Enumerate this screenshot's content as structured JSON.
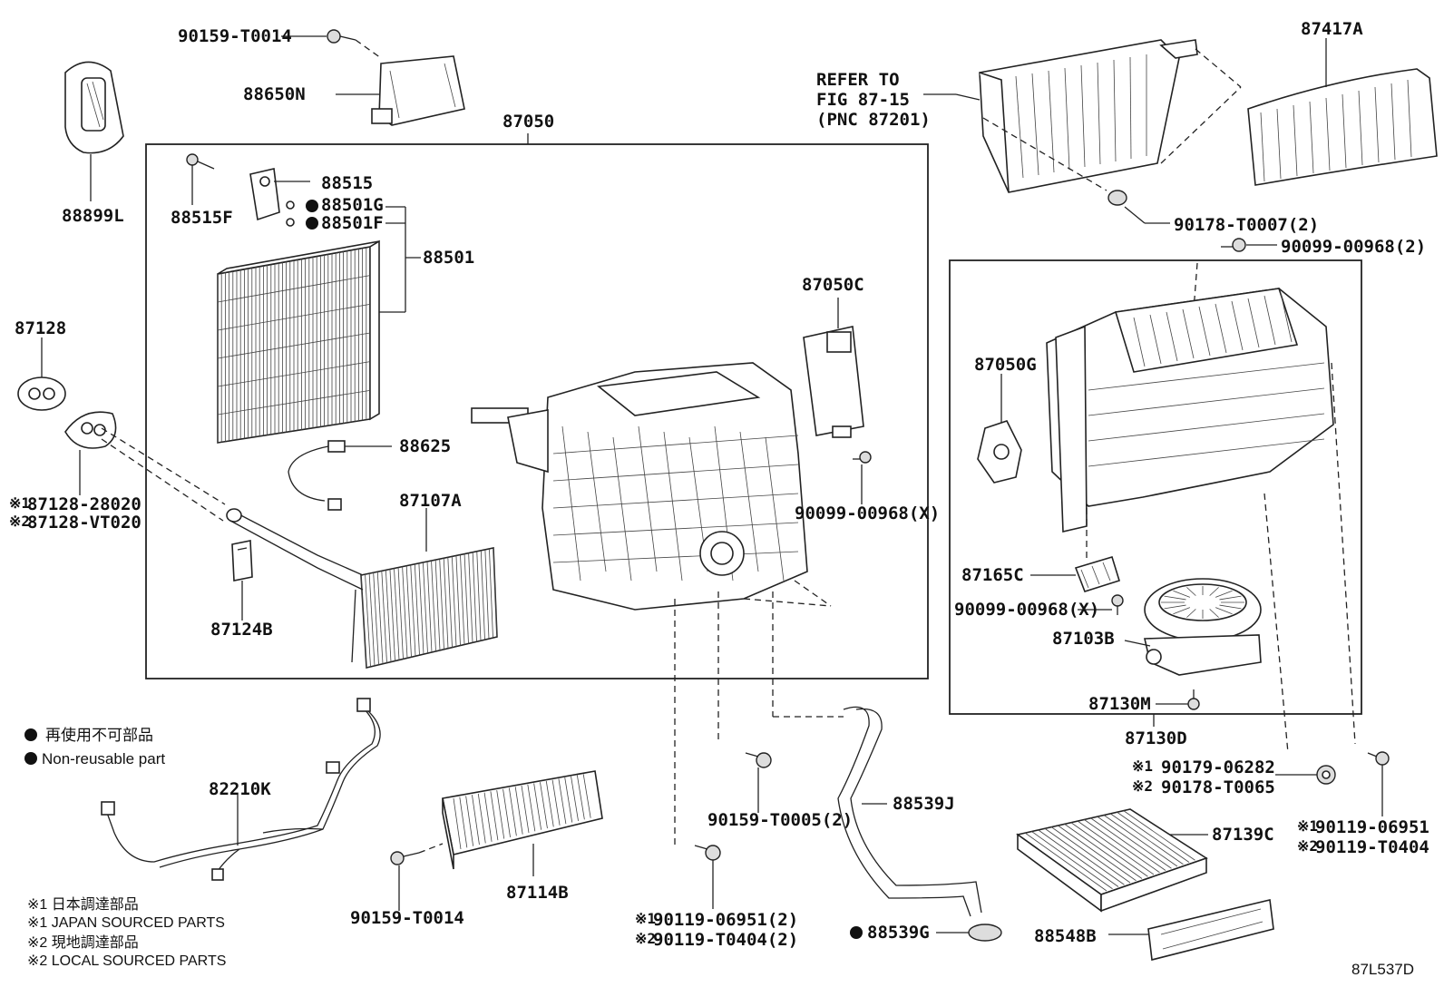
{
  "labels": {
    "p88650N": "88650N",
    "p90159_T0014_top": "90159-T0014",
    "p88899L": "88899L",
    "p87050": "87050",
    "p88515": "88515",
    "p88515F": "88515F",
    "p88501G": "88501G",
    "p88501F": "88501F",
    "p88501": "88501",
    "p87050C": "87050C",
    "p87128": "87128",
    "p88625": "88625",
    "p87107A": "87107A",
    "p87128_28020": "87128-28020",
    "p87128_VT020": "87128-VT020",
    "p87124B": "87124B",
    "p90099_00968X_a": "90099-00968(X)",
    "refer_1": "REFER TO",
    "refer_2": "FIG 87-15",
    "refer_3": "(PNC 87201)",
    "p87417A": "87417A",
    "p90178_T0007": "90178-T0007(2)",
    "p90099_00968_2": "90099-00968(2)",
    "p87050G": "87050G",
    "p87165C": "87165C",
    "p90099_00968X_b": "90099-00968(X)",
    "p87103B": "87103B",
    "p87130M": "87130M",
    "p87130D": "87130D",
    "p90179_06282": "90179-06282",
    "p90178_T0065": "90178-T0065",
    "p90119_06951_r": "90119-06951",
    "p90119_T0404_r": "90119-T0404",
    "p87139C": "87139C",
    "p88548B": "88548B",
    "p88539J": "88539J",
    "p88539G": "88539G",
    "p90159_T0005": "90159-T0005(2)",
    "p90119_06951_c": "90119-06951(2)",
    "p90119_T0404_c": "90119-T0404(2)",
    "p87114B": "87114B",
    "p90159_T0014_bot": "90159-T0014",
    "p82210K": "82210K"
  },
  "marks": {
    "m1": "※1",
    "m2": "※2"
  },
  "legend": {
    "jp": "再使用不可部品",
    "en": "Non-reusable part"
  },
  "notes": {
    "n1_jp": "※1 日本調達部品",
    "n1_en": "※1 JAPAN SOURCED PARTS",
    "n2_jp": "※2 現地調達部品",
    "n2_en": "※2 LOCAL SOURCED PARTS"
  },
  "figure_id": "87L537D",
  "colors": {
    "ink": "#111111",
    "background": "#ffffff"
  }
}
